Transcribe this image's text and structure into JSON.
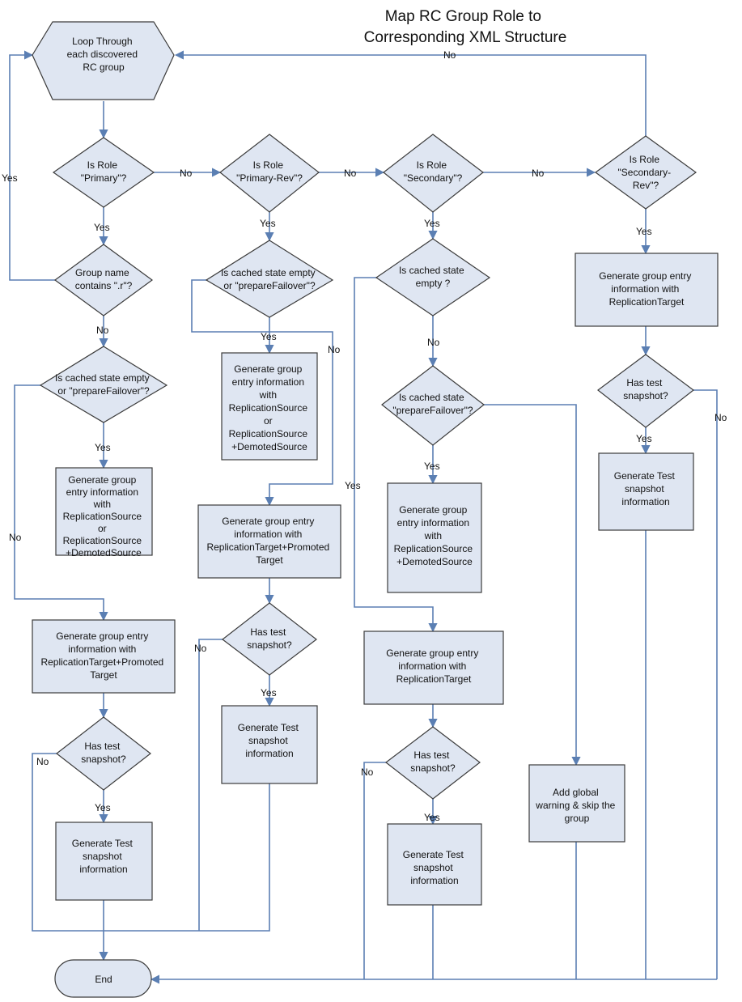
{
  "title": [
    "Map RC Group Role to",
    "Corresponding XML Structure"
  ],
  "nodes": {
    "loop": [
      "Loop Through",
      "each discovered",
      "RC group"
    ],
    "d_primary": [
      "Is Role",
      "\"Primary\"?"
    ],
    "d_primary_rev": [
      "Is Role",
      "\"Primary-Rev\"?"
    ],
    "d_secondary": [
      "Is Role",
      "\"Secondary\"?"
    ],
    "d_secondary_rev": [
      "Is Role",
      "\"Secondary-",
      "Rev\"?"
    ],
    "d_groupname": [
      "Group name",
      "contains \".r\"?"
    ],
    "d_cached1": [
      "Is cached state empty",
      "or \"prepareFailover\"?"
    ],
    "p_gen_src1": [
      "Generate group",
      "entry information",
      "with",
      "ReplicationSource",
      "or",
      "ReplicationSource",
      "+DemotedSource"
    ],
    "p_gen_tgt1": [
      "Generate group entry",
      "information with",
      "ReplicationTarget+Promoted",
      "Target"
    ],
    "d_snap1": [
      "Has test",
      "snapshot?"
    ],
    "p_snap1": [
      "Generate Test",
      "snapshot",
      "information"
    ],
    "d_cached2": [
      "Is cached state empty",
      "or \"prepareFailover\"?"
    ],
    "p_gen_src2": [
      "Generate group",
      "entry information",
      "with",
      "ReplicationSource",
      "or",
      "ReplicationSource",
      "+DemotedSource"
    ],
    "p_gen_tgt2": [
      "Generate group entry",
      "information with",
      "ReplicationTarget+Promoted",
      "Target"
    ],
    "d_snap2": [
      "Has test",
      "snapshot?"
    ],
    "p_snap2": [
      "Generate Test",
      "snapshot",
      "information"
    ],
    "d_cached3": [
      "Is cached state",
      "empty ?"
    ],
    "d_cached4": [
      "Is cached state",
      "\"prepareFailover\"?"
    ],
    "p_gen_src3": [
      "Generate group",
      "entry information",
      "with",
      "ReplicationSource",
      "+DemotedSource"
    ],
    "p_gen_tgt3": [
      "Generate group entry",
      "information with",
      "ReplicationTarget"
    ],
    "d_snap3": [
      "Has test",
      "snapshot?"
    ],
    "p_snap3": [
      "Generate Test",
      "snapshot",
      "information"
    ],
    "p_warning": [
      "Add global",
      "warning & skip the",
      "group"
    ],
    "p_gen_tgt4": [
      "Generate group entry",
      "information with",
      "ReplicationTarget"
    ],
    "d_snap4": [
      "Has test",
      "snapshot?"
    ],
    "p_snap4": [
      "Generate Test",
      "snapshot",
      "information"
    ],
    "end": [
      "End"
    ]
  },
  "edge_labels": {
    "yes": "Yes",
    "no": "No"
  },
  "colors": {
    "shape_fill": "#dfe6f2",
    "shape_stroke": "#3b3b3b",
    "connector": "#5b7fb3"
  }
}
